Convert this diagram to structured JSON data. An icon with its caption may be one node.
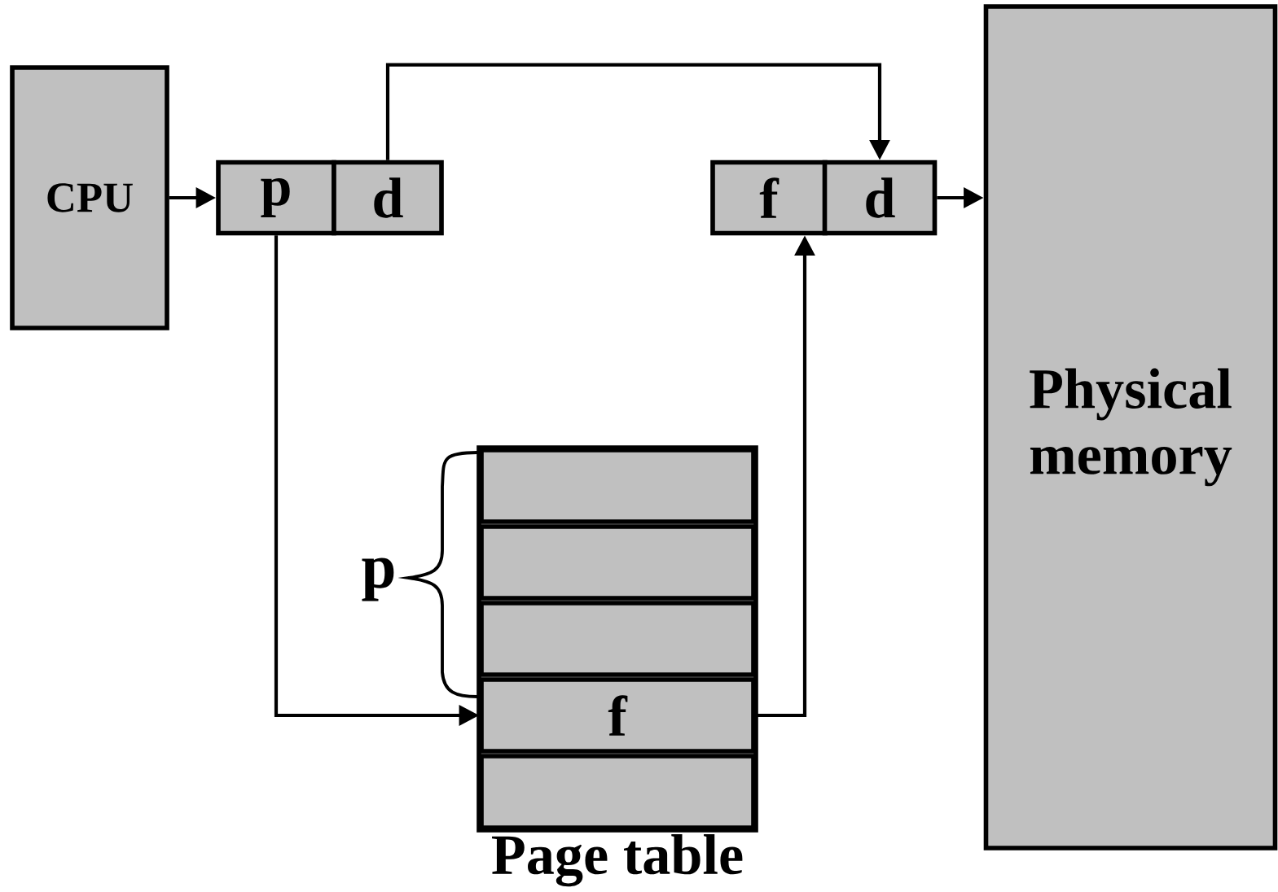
{
  "diagram": {
    "nodes": [
      {
        "text": [
          "CPU"
        ]
      },
      {
        "text": [
          "p"
        ]
      },
      {
        "text": [
          "d"
        ]
      },
      {
        "text": [
          "f"
        ]
      },
      {
        "text": [
          "d"
        ]
      },
      {
        "text": [
          "Physical memory"
        ]
      },
      {
        "text": [
          "Page table"
        ]
      },
      {
        "text": [],
        "shape": "box",
        "in": 6
      },
      {
        "text": [],
        "shape": "box",
        "in": 6
      },
      {
        "text": [],
        "shape": "box",
        "in": 6
      },
      {
        "text": [
          "f"
        ],
        "in": 6
      },
      {
        "text": [],
        "shape": "box",
        "in": 6
      }
    ],
    "edges": [
      {
        "from": 0,
        "to": 1,
        "arrow": "to"
      },
      {
        "from": 2,
        "to": 4,
        "arrow": "to"
      },
      {
        "from": 1,
        "to": 10,
        "arrow": "to"
      },
      {
        "from": 10,
        "to": 3,
        "arrow": "to"
      },
      {
        "from": 4,
        "to": 5,
        "arrow": "to"
      }
    ],
    "labels": [
      "p"
    ]
  }
}
